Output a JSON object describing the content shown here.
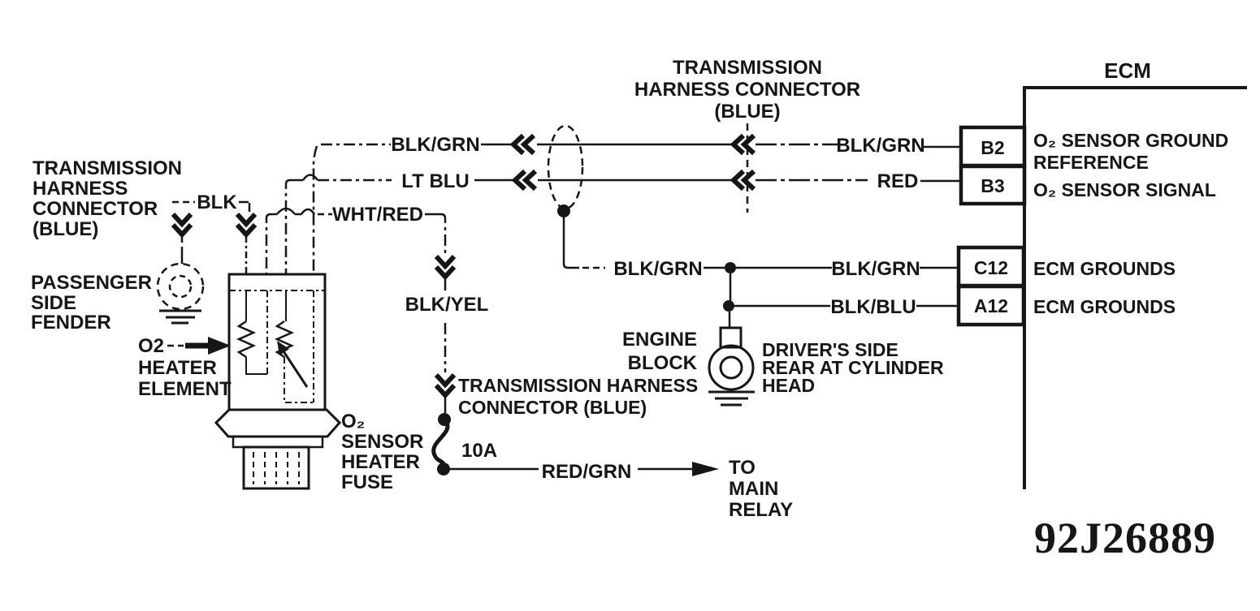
{
  "doc_id": "92J26889",
  "colors": {
    "ink": "#161616",
    "paper": "#ffffff"
  },
  "connector_top": {
    "line1": "TRANSMISSION",
    "line2": "HARNESS CONNECTOR",
    "line3": "(BLUE)"
  },
  "connector_left": {
    "line1": "TRANSMISSION",
    "line2": "HARNESS",
    "line3": "CONNECTOR",
    "line4": "(BLUE)"
  },
  "connector_bottom": {
    "line1": "TRANSMISSION HARNESS",
    "line2": "CONNECTOR (BLUE)"
  },
  "fender": {
    "line1": "PASSENGER",
    "line2": "SIDE",
    "line3": "FENDER"
  },
  "heater_element": {
    "line1": "O2",
    "line2": "HEATER",
    "line3": "ELEMENT"
  },
  "heater_fuse": {
    "line1": "O₂",
    "line2": "SENSOR",
    "line3": "HEATER",
    "line4": "FUSE",
    "rating": "10A"
  },
  "engine_block": {
    "line1": "ENGINE",
    "line2": "BLOCK"
  },
  "ground_location": {
    "line1": "DRIVER'S SIDE",
    "line2": "REAR AT CYLINDER",
    "line3": "HEAD"
  },
  "main_relay": {
    "line1": "TO",
    "line2": "MAIN",
    "line3": "RELAY"
  },
  "wires": {
    "blk_grn_top_left": "BLK/GRN",
    "blk_grn_top_right": "BLK/GRN",
    "lt_blu": "LT BLU",
    "red": "RED",
    "wht_red": "WHT/RED",
    "blk_yel": "BLK/YEL",
    "blk": "BLK",
    "red_grn": "RED/GRN",
    "blk_grn_ground_left": "BLK/GRN",
    "blk_grn_ground_right": "BLK/GRN",
    "blk_blu": "BLK/BLU"
  },
  "ecm": {
    "title": "ECM",
    "pins": [
      {
        "id": "B2",
        "desc_line1": "O₂ SENSOR GROUND",
        "desc_line2": "REFERENCE"
      },
      {
        "id": "B3",
        "desc_line1": "O₂ SENSOR SIGNAL"
      },
      {
        "id": "C12",
        "desc_line1": "ECM GROUNDS"
      },
      {
        "id": "A12",
        "desc_line1": "ECM GROUNDS"
      }
    ]
  }
}
